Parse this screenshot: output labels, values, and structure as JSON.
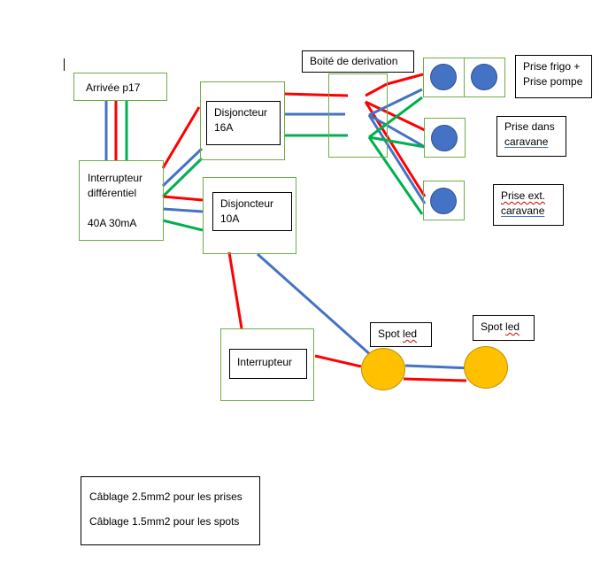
{
  "labels": {
    "arrivee": "Arrivée p17",
    "interrupteur_diff": [
      "Interrupteur",
      "différentiel",
      "",
      "40A 30mA"
    ],
    "disj16": [
      "Disjoncteur",
      "16A"
    ],
    "disj10": [
      "Disjoncteur",
      "10A"
    ],
    "boite": "Boité de derivation",
    "prise_frigo": [
      "Prise frigo +",
      "Prise pompe"
    ],
    "prise_caravane": [
      "Prise dans",
      "caravane"
    ],
    "prise_ext": [
      "Prise ext.",
      "caravane"
    ],
    "interrupteur": "Interrupteur",
    "spot1": "Spot led",
    "spot2": "Spot led",
    "note1": "Câblage 2.5mm2 pour les prises",
    "note2": "Câblage 1.5mm2 pour les spots"
  },
  "colors": {
    "phase": "#ff0000",
    "neutral": "#4472c4",
    "earth": "#00b050",
    "box_border": "#70ad47",
    "outlet": "#4472c4",
    "spot": "#ffc000"
  }
}
